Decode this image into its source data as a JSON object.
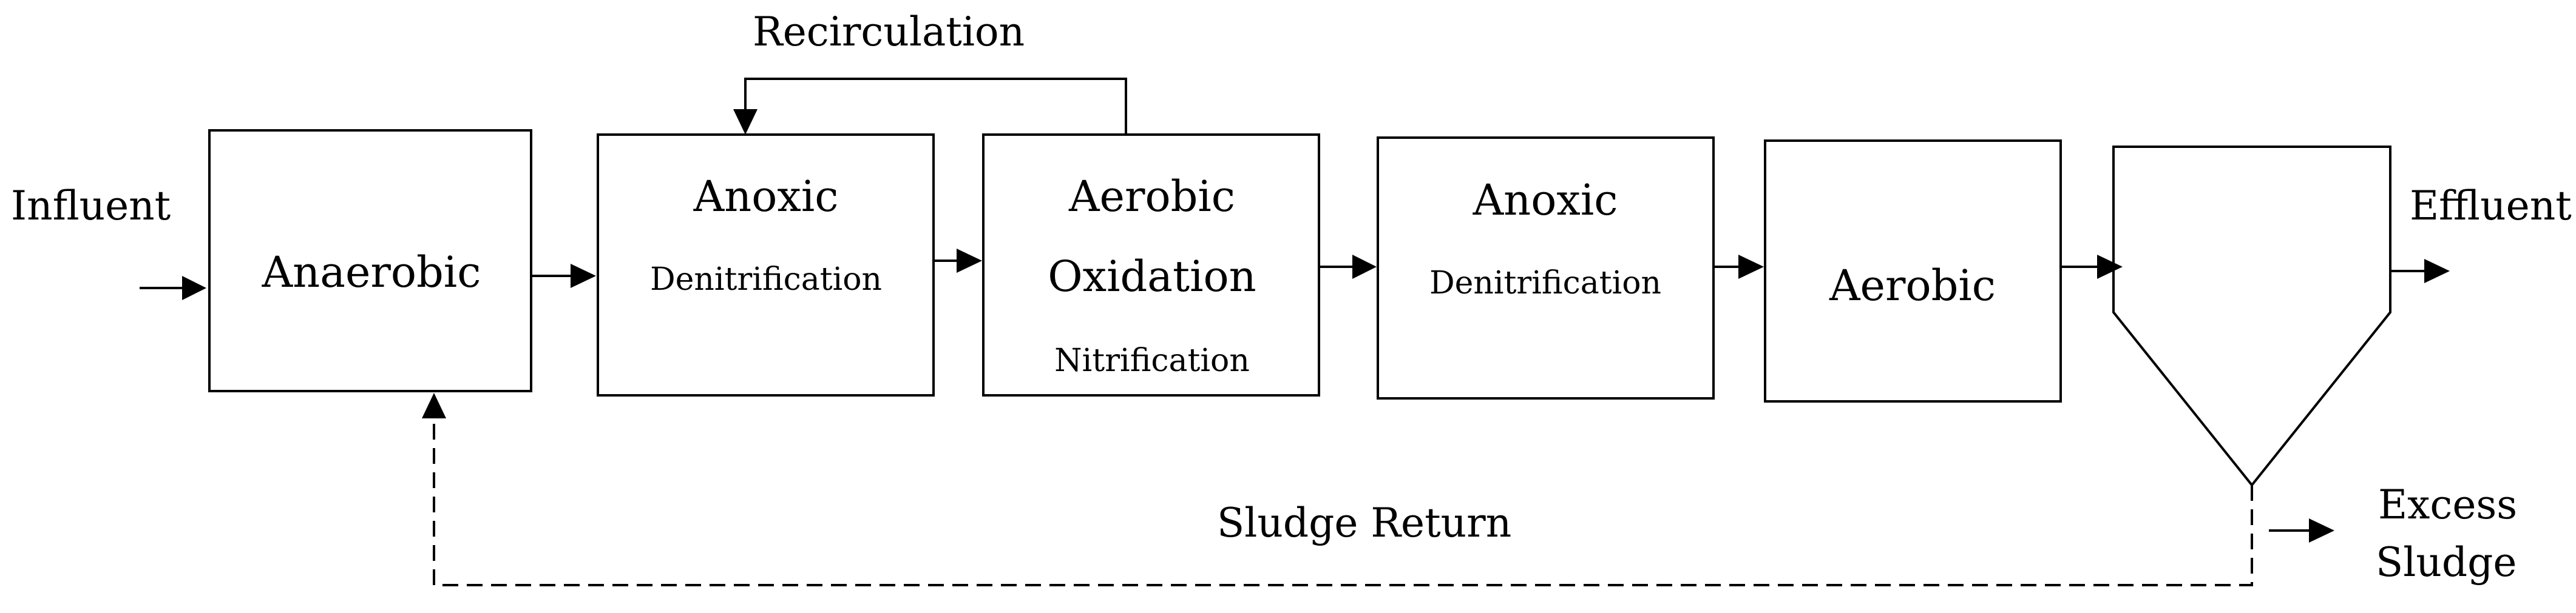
{
  "labels": {
    "influent": "Influent",
    "effluent": "Effluent",
    "recirculation": "Recirculation",
    "sludge_return": "Sludge Return",
    "excess_sludge_line1": "Excess",
    "excess_sludge_line2": "Sludge"
  },
  "stages": [
    {
      "title": "Anaerobic"
    },
    {
      "title": "Anoxic",
      "subtitle": "Denitrification"
    },
    {
      "title": "Aerobic",
      "title2": "Oxidation",
      "subtitle": "Nitrification"
    },
    {
      "title": "Anoxic",
      "subtitle": "Denitrification"
    },
    {
      "title": "Aerobic"
    }
  ]
}
